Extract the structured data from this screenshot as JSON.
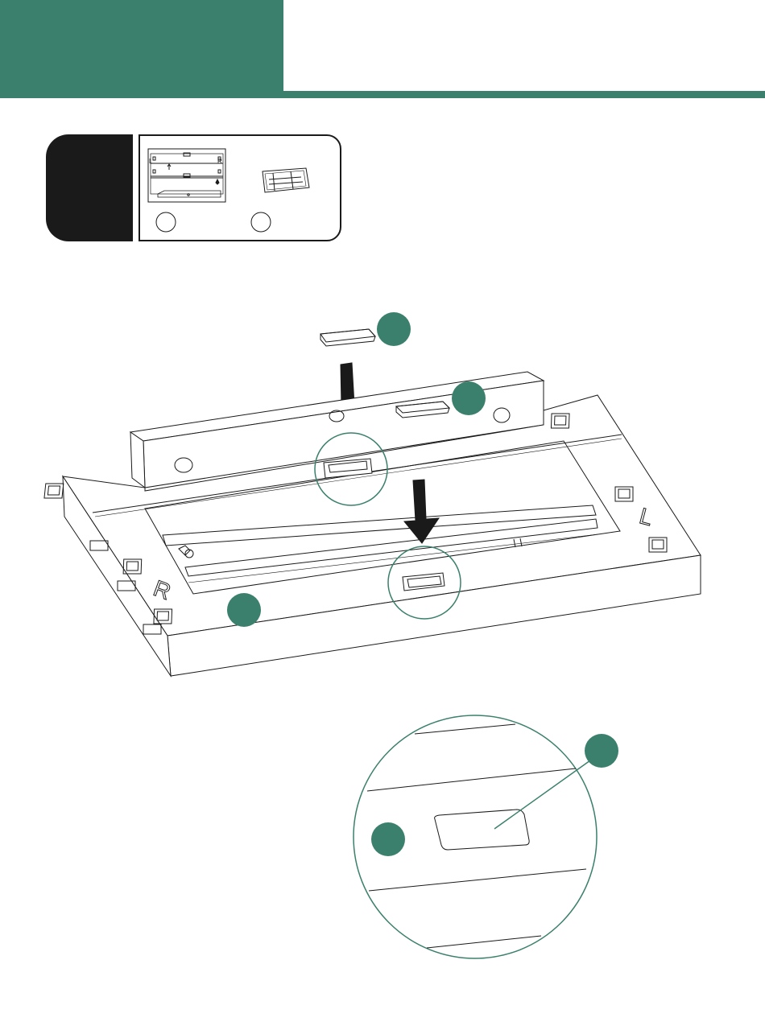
{
  "colors": {
    "brand_green": "#3b806d",
    "ink": "#1a1a1a",
    "step_tab": "#1a1a1a"
  },
  "header": {
    "step_number": "",
    "title": ""
  },
  "parts_panel": {
    "parts": [
      {
        "icon": "frame-part-icon",
        "marks": [
          "L",
          "R"
        ]
      },
      {
        "icon": "connector-part-icon",
        "marks": []
      }
    ]
  },
  "diagram": {
    "letter_marks": [
      "R",
      "L"
    ],
    "callouts": [
      {
        "name": "callout-cap-loose",
        "label": ""
      },
      {
        "name": "callout-cap-installed",
        "label": ""
      },
      {
        "name": "callout-base-frame",
        "label": ""
      },
      {
        "name": "callout-detail-slot",
        "label": ""
      },
      {
        "name": "callout-detail-frame",
        "label": ""
      }
    ]
  }
}
